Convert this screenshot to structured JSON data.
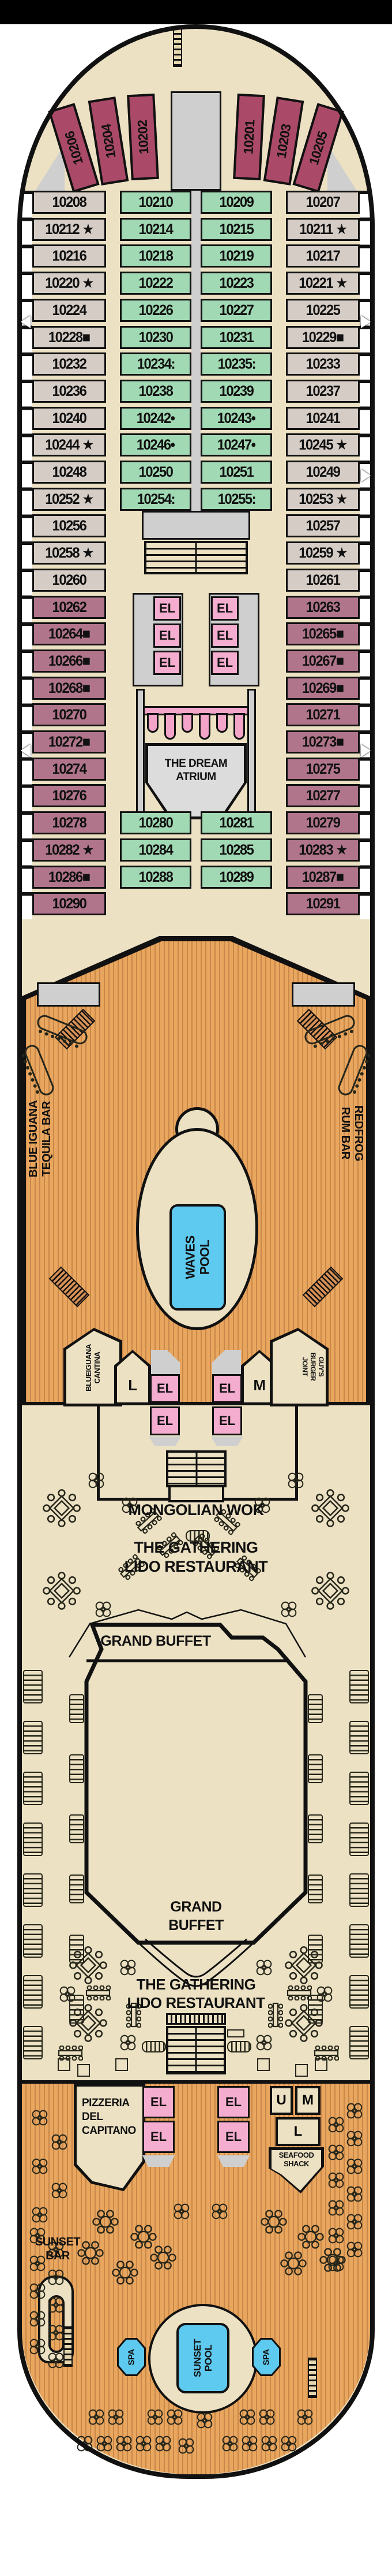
{
  "deck": {
    "bow_cabins": [
      "10206",
      "10204",
      "10202",
      "10201",
      "10203",
      "10205"
    ],
    "cabin_rows": [
      {
        "o": [
          "10208",
          "10207"
        ],
        "oc": "tan",
        "i": [
          "10210",
          "10209"
        ]
      },
      {
        "o": [
          "10212 ★",
          "10211 ★"
        ],
        "oc": "tan",
        "i": [
          "10214",
          "10215"
        ]
      },
      {
        "o": [
          "10216",
          "10217"
        ],
        "oc": "tan",
        "i": [
          "10218",
          "10219"
        ]
      },
      {
        "o": [
          "10220 ★",
          "10221 ★"
        ],
        "oc": "tan",
        "i": [
          "10222",
          "10223"
        ]
      },
      {
        "o": [
          "10224",
          "10225"
        ],
        "oc": "tan",
        "i": [
          "10226",
          "10227"
        ]
      },
      {
        "o": [
          "10228■",
          "10229■"
        ],
        "oc": "tan",
        "i": [
          "10230",
          "10231"
        ]
      },
      {
        "o": [
          "10232",
          "10233"
        ],
        "oc": "tan",
        "i": [
          "10234:",
          "10235:"
        ]
      },
      {
        "o": [
          "10236",
          "10237"
        ],
        "oc": "tan",
        "i": [
          "10238",
          "10239"
        ]
      },
      {
        "o": [
          "10240",
          "10241"
        ],
        "oc": "tan",
        "i": [
          "10242•",
          "10243•"
        ]
      },
      {
        "o": [
          "10244 ★",
          "10245 ★"
        ],
        "oc": "tan",
        "i": [
          "10246•",
          "10247•"
        ]
      },
      {
        "o": [
          "10248",
          "10249"
        ],
        "oc": "tan",
        "i": [
          "10250",
          "10251"
        ]
      },
      {
        "o": [
          "10252 ★",
          "10253 ★"
        ],
        "oc": "tan",
        "i": [
          "10254:",
          "10255:"
        ]
      },
      {
        "o": [
          "10256",
          "10257"
        ],
        "oc": "tan"
      },
      {
        "o": [
          "10258 ★",
          "10259 ★"
        ],
        "oc": "tan"
      },
      {
        "o": [
          "10260",
          "10261"
        ],
        "oc": "tan"
      },
      {
        "o": [
          "10262",
          "10263"
        ],
        "oc": "mauve"
      },
      {
        "o": [
          "10264■",
          "10265■"
        ],
        "oc": "mauve"
      },
      {
        "o": [
          "10266■",
          "10267■"
        ],
        "oc": "mauve"
      },
      {
        "o": [
          "10268■",
          "10269■"
        ],
        "oc": "mauve"
      },
      {
        "o": [
          "10270",
          "10271"
        ],
        "oc": "mauve"
      },
      {
        "o": [
          "10272■",
          "10273■"
        ],
        "oc": "mauve"
      },
      {
        "o": [
          "10274",
          "10275"
        ],
        "oc": "mauve"
      },
      {
        "o": [
          "10276",
          "10277"
        ],
        "oc": "mauve"
      },
      {
        "o": [
          "10278",
          "10279"
        ],
        "oc": "mauve",
        "i": [
          "10280",
          "10281"
        ]
      },
      {
        "o": [
          "10282 ★",
          "10283 ★"
        ],
        "oc": "mauve",
        "i": [
          "10284",
          "10285"
        ]
      },
      {
        "o": [
          "10286■",
          "10287■"
        ],
        "oc": "mauve",
        "i": [
          "10288",
          "10289"
        ]
      },
      {
        "o": [
          "10290",
          "10291"
        ],
        "oc": "mauve"
      }
    ],
    "elevators": [
      [
        266,
        1032,
        48,
        42
      ],
      [
        266,
        1079,
        48,
        42
      ],
      [
        266,
        1126,
        48,
        42
      ],
      [
        366,
        1032,
        48,
        42
      ],
      [
        366,
        1079,
        48,
        42
      ],
      [
        366,
        1126,
        48,
        42
      ],
      [
        260,
        2378,
        52,
        50
      ],
      [
        260,
        2434,
        52,
        50
      ],
      [
        368,
        2378,
        52,
        50
      ],
      [
        368,
        2434,
        52,
        50
      ],
      [
        247,
        3610,
        56,
        56
      ],
      [
        247,
        3670,
        56,
        56
      ],
      [
        377,
        3610,
        56,
        56
      ],
      [
        377,
        3670,
        56,
        56
      ]
    ]
  },
  "labels": {
    "el": "EL",
    "dream_atrium": [
      "THE DREAM",
      "ATRIUM"
    ],
    "blue_iguana": [
      "BLUE IGUANA",
      "TEQUILA BAR"
    ],
    "redfrog": [
      "REDFROG",
      "RUM BAR"
    ],
    "waves_pool": [
      "WAVES",
      "POOL"
    ],
    "cantina": [
      "BLUEIGUANA",
      "CANTINA"
    ],
    "guys": [
      "GUY'S",
      "BURGER",
      "JOINT"
    ],
    "letter_l": "L",
    "letter_m": "M",
    "letter_u": "U",
    "mongolian_wok": "MONGOLIAN WOK",
    "gathering": [
      "THE GATHERING",
      "LIDO RESTAURANT"
    ],
    "grand_buffet_top": "GRAND BUFFET",
    "grand_buffet_bottom": [
      "GRAND",
      "BUFFET"
    ],
    "pizzeria": [
      "PIZZERIA",
      "DEL",
      "CAPITANO"
    ],
    "seafood": [
      "SEAFOOD",
      "SHACK"
    ],
    "sunset_bar": [
      "SUNSET",
      "BAR"
    ],
    "sunset_pool": [
      "SUNSET",
      "POOL"
    ],
    "spa": "SPA"
  },
  "colors": {
    "cream": "#ece1c3",
    "tan_cabin": "#d5ccc6",
    "green_cabin": "#a0d9b3",
    "mauve_cabin": "#b0758a",
    "bow_cabin": "#aa4a68",
    "elevator_pink": "#f5adcf",
    "awning_pink": "#f3a5c9",
    "gray": "#cfcfcf",
    "wood": "#e9a65e",
    "wood_stripe": "#c8874a",
    "pool_blue": "#5fcaef",
    "outline": "#111111"
  },
  "furniture": [
    [
      "hatch",
      95,
      1766,
      -45
    ],
    [
      "hatch",
      515,
      1766,
      45
    ],
    [
      "hatch",
      85,
      2212,
      45
    ],
    [
      "hatch",
      525,
      2212,
      -45
    ],
    [
      "bar",
      62,
      1769,
      22
    ],
    [
      "bar",
      22,
      1839,
      68
    ],
    [
      "bar",
      526,
      1769,
      -22
    ],
    [
      "bar",
      566,
      1839,
      -68
    ],
    [
      "ladder",
      300,
      46,
      0
    ],
    [
      "ladder",
      110,
      4026,
      0
    ],
    [
      "ladder",
      534,
      4080,
      0
    ],
    [
      "cv",
      40,
      2890
    ],
    [
      "cv",
      40,
      2978
    ],
    [
      "cv",
      40,
      3066
    ],
    [
      "cv",
      40,
      3154
    ],
    [
      "cv",
      40,
      3242
    ],
    [
      "cv",
      40,
      3330
    ],
    [
      "cv",
      40,
      3418
    ],
    [
      "cv",
      40,
      3506
    ],
    [
      "cv",
      606,
      2890
    ],
    [
      "cv",
      606,
      2978
    ],
    [
      "cv",
      606,
      3066
    ],
    [
      "cv",
      606,
      3154
    ],
    [
      "cv",
      606,
      3242
    ],
    [
      "cv",
      606,
      3330
    ],
    [
      "cv",
      606,
      3418
    ],
    [
      "cv",
      606,
      3506
    ],
    [
      "cs",
      120,
      2932
    ],
    [
      "cs",
      120,
      3036
    ],
    [
      "cs",
      120,
      3140
    ],
    [
      "cs",
      120,
      3244
    ],
    [
      "cs",
      120,
      3348
    ],
    [
      "cs",
      120,
      3452
    ],
    [
      "cs",
      534,
      2932
    ],
    [
      "cs",
      534,
      3036
    ],
    [
      "cs",
      534,
      3140
    ],
    [
      "cs",
      534,
      3244
    ],
    [
      "cs",
      534,
      3348
    ],
    [
      "cs",
      534,
      3452
    ],
    [
      "ch",
      246,
      3532
    ],
    [
      "ch",
      394,
      3532
    ],
    [
      "ch",
      322,
      2648
    ],
    [
      "pr",
      394,
      3512
    ],
    [
      "sq",
      100,
      3562
    ],
    [
      "sq",
      134,
      3572
    ],
    [
      "sq",
      200,
      3562
    ],
    [
      "sq",
      546,
      3562
    ],
    [
      "sq",
      512,
      3572
    ],
    [
      "sq",
      446,
      3562
    ],
    [
      "d8",
      72,
      2575
    ],
    [
      "d8",
      72,
      2718
    ],
    [
      "d8",
      538,
      2575
    ],
    [
      "d8",
      538,
      2718
    ],
    [
      "d8",
      118,
      3366
    ],
    [
      "d8",
      118,
      3466
    ],
    [
      "d8",
      492,
      3366
    ],
    [
      "d8",
      492,
      3466
    ],
    [
      "bp",
      235,
      2620,
      -42
    ],
    [
      "bp",
      272,
      2662,
      -42
    ],
    [
      "bp",
      205,
      2700,
      -42
    ],
    [
      "bp",
      371,
      2620,
      42
    ],
    [
      "bp",
      334,
      2662,
      42
    ],
    [
      "bp",
      407,
      2700,
      42
    ],
    [
      "bp",
      148,
      3436,
      0
    ],
    [
      "bp",
      100,
      3540,
      0
    ],
    [
      "bp",
      497,
      3436,
      0
    ],
    [
      "bp",
      544,
      3540,
      0
    ],
    [
      "bp",
      210,
      3474,
      90
    ],
    [
      "bp",
      456,
      3474,
      90
    ],
    [
      "x4",
      150,
      2545
    ],
    [
      "x4",
      496,
      2545
    ],
    [
      "x4",
      208,
      2588
    ],
    [
      "x4",
      438,
      2588
    ],
    [
      "x4",
      162,
      2768
    ],
    [
      "x4",
      484,
      2768
    ],
    [
      "x4",
      205,
      3388
    ],
    [
      "x4",
      441,
      3388
    ],
    [
      "x4",
      100,
      3434
    ],
    [
      "x4",
      546,
      3434
    ],
    [
      "x4",
      205,
      3518
    ],
    [
      "x4",
      441,
      3518
    ],
    [
      "x4",
      298,
      3810
    ],
    [
      "x4",
      364,
      3810
    ],
    [
      "x4",
      52,
      3648
    ],
    [
      "x4",
      86,
      3690
    ],
    [
      "x4",
      52,
      3732
    ],
    [
      "x4",
      86,
      3774
    ],
    [
      "x4",
      52,
      3816
    ],
    [
      "x4",
      598,
      3636
    ],
    [
      "x4",
      566,
      3660
    ],
    [
      "x4",
      598,
      3684
    ],
    [
      "x4",
      566,
      3708
    ],
    [
      "x4",
      598,
      3732
    ],
    [
      "x4",
      566,
      3756
    ],
    [
      "x4",
      598,
      3780
    ],
    [
      "x4",
      566,
      3804
    ],
    [
      "x4",
      598,
      3828
    ],
    [
      "x4",
      566,
      3852
    ],
    [
      "x4",
      598,
      3876
    ],
    [
      "x4",
      566,
      3900
    ],
    [
      "x4",
      48,
      3852
    ],
    [
      "x4",
      80,
      3876
    ],
    [
      "x4",
      48,
      3900
    ],
    [
      "x4",
      80,
      3924
    ],
    [
      "x4",
      48,
      3948
    ],
    [
      "x4",
      80,
      3972
    ],
    [
      "x4",
      48,
      3996
    ],
    [
      "x4",
      80,
      4020
    ],
    [
      "x4",
      48,
      4044
    ],
    [
      "x4",
      80,
      4068
    ],
    [
      "x4",
      150,
      4166
    ],
    [
      "x4",
      184,
      4166
    ],
    [
      "x4",
      252,
      4166
    ],
    [
      "x4",
      286,
      4166
    ],
    [
      "x4",
      338,
      4172
    ],
    [
      "x4",
      412,
      4166
    ],
    [
      "x4",
      446,
      4166
    ],
    [
      "x4",
      512,
      4166
    ],
    [
      "x4",
      130,
      4212
    ],
    [
      "x4",
      164,
      4212
    ],
    [
      "x4",
      198,
      4212
    ],
    [
      "x4",
      232,
      4212
    ],
    [
      "x4",
      266,
      4212
    ],
    [
      "x4",
      306,
      4216
    ],
    [
      "x4",
      382,
      4212
    ],
    [
      "x4",
      416,
      4212
    ],
    [
      "x4",
      450,
      4212
    ],
    [
      "x4",
      484,
      4212
    ],
    [
      "f6",
      160,
      3822
    ],
    [
      "f6",
      226,
      3848
    ],
    [
      "f6",
      134,
      3876
    ],
    [
      "f6",
      194,
      3910
    ],
    [
      "f6",
      452,
      3822
    ],
    [
      "f6",
      516,
      3848
    ],
    [
      "f6",
      554,
      3888
    ],
    [
      "f6",
      486,
      3894
    ],
    [
      "f6",
      260,
      3884
    ]
  ]
}
